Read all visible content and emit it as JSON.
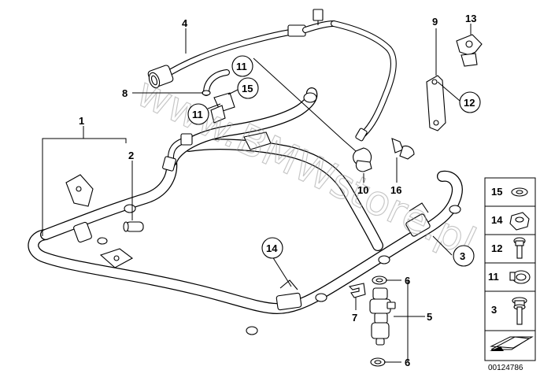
{
  "diagram": {
    "callouts": [
      {
        "id": "1",
        "label": "1",
        "circled": false
      },
      {
        "id": "2",
        "label": "2",
        "circled": false
      },
      {
        "id": "3",
        "label": "3",
        "circled": true
      },
      {
        "id": "4",
        "label": "4",
        "circled": false
      },
      {
        "id": "5",
        "label": "5",
        "circled": false
      },
      {
        "id": "6a",
        "label": "6",
        "circled": false
      },
      {
        "id": "6b",
        "label": "6",
        "circled": false
      },
      {
        "id": "7",
        "label": "7",
        "circled": false
      },
      {
        "id": "8",
        "label": "8",
        "circled": false
      },
      {
        "id": "9",
        "label": "9",
        "circled": false
      },
      {
        "id": "10",
        "label": "10",
        "circled": false
      },
      {
        "id": "11a",
        "label": "11",
        "circled": true
      },
      {
        "id": "11b",
        "label": "11",
        "circled": true
      },
      {
        "id": "12",
        "label": "12",
        "circled": true
      },
      {
        "id": "13",
        "label": "13",
        "circled": false
      },
      {
        "id": "14",
        "label": "14",
        "circled": true
      },
      {
        "id": "15",
        "label": "15",
        "circled": true
      },
      {
        "id": "16",
        "label": "16",
        "circled": false
      }
    ],
    "watermark": "www.BMWstore.pl",
    "legend": [
      {
        "label": "15",
        "icon": "washer-icon"
      },
      {
        "label": "14",
        "icon": "hex-nut-icon"
      },
      {
        "label": "12",
        "icon": "bolt-icon"
      },
      {
        "label": "11",
        "icon": "hose-clamp-icon"
      },
      {
        "label": "3",
        "icon": "collar-screw-icon"
      }
    ],
    "catalog_number": "00124786"
  }
}
